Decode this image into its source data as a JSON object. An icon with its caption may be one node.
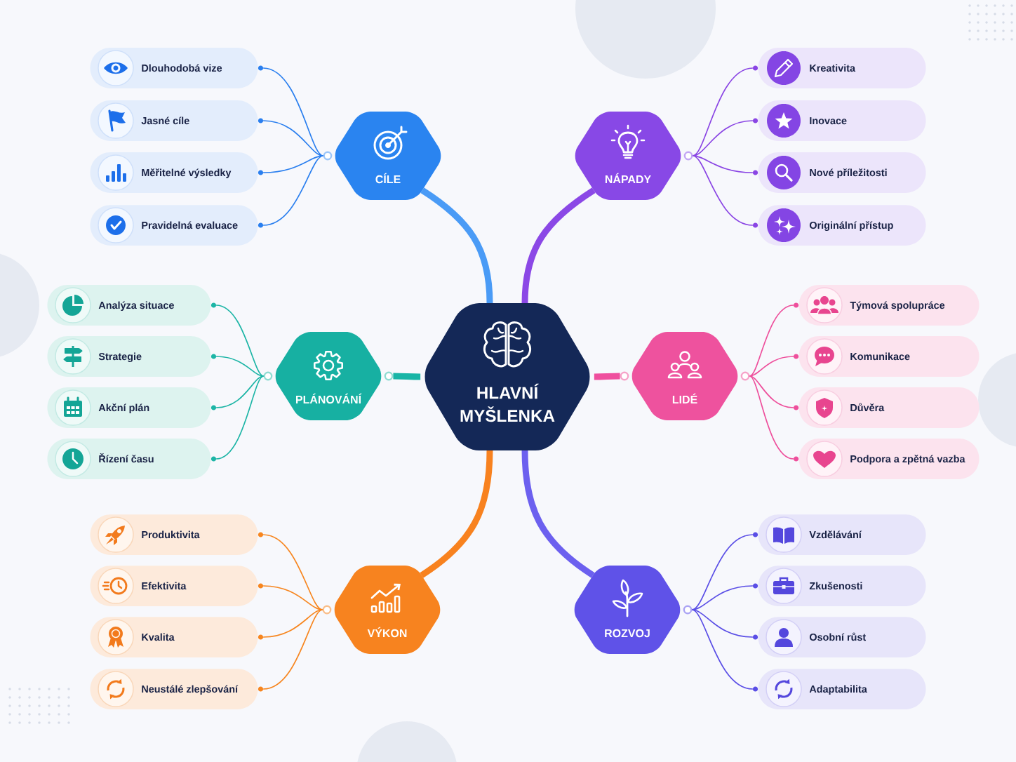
{
  "diagram": {
    "nodes": [
      {
        "text": [
          "HLAVNÍ MYŠLENKA"
        ]
      },
      {
        "text": [
          "CÍLE"
        ]
      },
      {
        "text": [
          "NÁPADY"
        ]
      },
      {
        "text": [
          "PLÁNOVÁNÍ"
        ]
      },
      {
        "text": [
          "LIDÉ"
        ]
      },
      {
        "text": [
          "VÝKON"
        ]
      },
      {
        "text": [
          "ROZVOJ"
        ]
      },
      {
        "text": [
          "Dlouhodobá vize"
        ]
      },
      {
        "text": [
          "Jasné cíle"
        ]
      },
      {
        "text": [
          "Měřitelné výsledky"
        ]
      },
      {
        "text": [
          "Pravidelná evaluace"
        ]
      },
      {
        "text": [
          "Kreativita"
        ]
      },
      {
        "text": [
          "Inovace"
        ]
      },
      {
        "text": [
          "Nové příležitosti"
        ]
      },
      {
        "text": [
          "Originální přístup"
        ]
      },
      {
        "text": [
          "Analýza situace"
        ]
      },
      {
        "text": [
          "Strategie"
        ]
      },
      {
        "text": [
          "Akční plán"
        ]
      },
      {
        "text": [
          "Řízení času"
        ]
      },
      {
        "text": [
          "Týmová spolupráce"
        ]
      },
      {
        "text": [
          "Komunikace"
        ]
      },
      {
        "text": [
          "Důvěra"
        ]
      },
      {
        "text": [
          "Podpora a zpětná vazba"
        ]
      },
      {
        "text": [
          "Produktivita"
        ]
      },
      {
        "text": [
          "Efektivita"
        ]
      },
      {
        "text": [
          "Kvalita"
        ]
      },
      {
        "text": [
          "Neustálé zlepšování"
        ]
      },
      {
        "text": [
          "Vzdělávání"
        ]
      },
      {
        "text": [
          "Zkušenosti"
        ]
      },
      {
        "text": [
          "Osobní růst"
        ]
      },
      {
        "text": [
          "Adaptabilita"
        ]
      }
    ],
    "edges": [
      {
        "from": 0,
        "to": 1,
        "arrow": "none",
        "style": "thick",
        "color": "#4a9bf6"
      },
      {
        "from": 0,
        "to": 2,
        "arrow": "none",
        "style": "thick",
        "color": "#8b48e6"
      },
      {
        "from": 0,
        "to": 3,
        "arrow": "none",
        "style": "thick",
        "color": "#18b5a6"
      },
      {
        "from": 0,
        "to": 4,
        "arrow": "none",
        "style": "thick",
        "color": "#ef4f9e"
      },
      {
        "from": 0,
        "to": 5,
        "arrow": "none",
        "style": "thick",
        "color": "#f8821f"
      },
      {
        "from": 0,
        "to": 6,
        "arrow": "none",
        "style": "thick",
        "color": "#6c60ef"
      },
      {
        "from": 1,
        "to": 7,
        "arrow": "none",
        "color": "#2a7fef"
      },
      {
        "from": 1,
        "to": 8,
        "arrow": "none",
        "color": "#2a7fef"
      },
      {
        "from": 1,
        "to": 9,
        "arrow": "none",
        "color": "#2a7fef"
      },
      {
        "from": 1,
        "to": 10,
        "arrow": "none",
        "color": "#2a7fef"
      },
      {
        "from": 2,
        "to": 11,
        "arrow": "none",
        "color": "#8a45e4"
      },
      {
        "from": 2,
        "to": 12,
        "arrow": "none",
        "color": "#8a45e4"
      },
      {
        "from": 2,
        "to": 13,
        "arrow": "none",
        "color": "#8a45e4"
      },
      {
        "from": 2,
        "to": 14,
        "arrow": "none",
        "color": "#8a45e4"
      },
      {
        "from": 3,
        "to": 15,
        "arrow": "none",
        "color": "#1db5a6"
      },
      {
        "from": 3,
        "to": 16,
        "arrow": "none",
        "color": "#1db5a6"
      },
      {
        "from": 3,
        "to": 17,
        "arrow": "none",
        "color": "#1db5a6"
      },
      {
        "from": 3,
        "to": 18,
        "arrow": "none",
        "color": "#1db5a6"
      },
      {
        "from": 4,
        "to": 19,
        "arrow": "none",
        "color": "#ee4f9c"
      },
      {
        "from": 4,
        "to": 20,
        "arrow": "none",
        "color": "#ee4f9c"
      },
      {
        "from": 4,
        "to": 21,
        "arrow": "none",
        "color": "#ee4f9c"
      },
      {
        "from": 4,
        "to": 22,
        "arrow": "none",
        "color": "#ee4f9c"
      },
      {
        "from": 5,
        "to": 23,
        "arrow": "none",
        "color": "#f7861f"
      },
      {
        "from": 5,
        "to": 24,
        "arrow": "none",
        "color": "#f7861f"
      },
      {
        "from": 5,
        "to": 25,
        "arrow": "none",
        "color": "#f7861f"
      },
      {
        "from": 5,
        "to": 26,
        "arrow": "none",
        "color": "#f7861f"
      },
      {
        "from": 6,
        "to": 27,
        "arrow": "none",
        "color": "#5a4ee6"
      },
      {
        "from": 6,
        "to": 28,
        "arrow": "none",
        "color": "#5a4ee6"
      },
      {
        "from": 6,
        "to": 29,
        "arrow": "none",
        "color": "#5a4ee6"
      },
      {
        "from": 6,
        "to": 30,
        "arrow": "none",
        "color": "#5a4ee6"
      }
    ]
  }
}
